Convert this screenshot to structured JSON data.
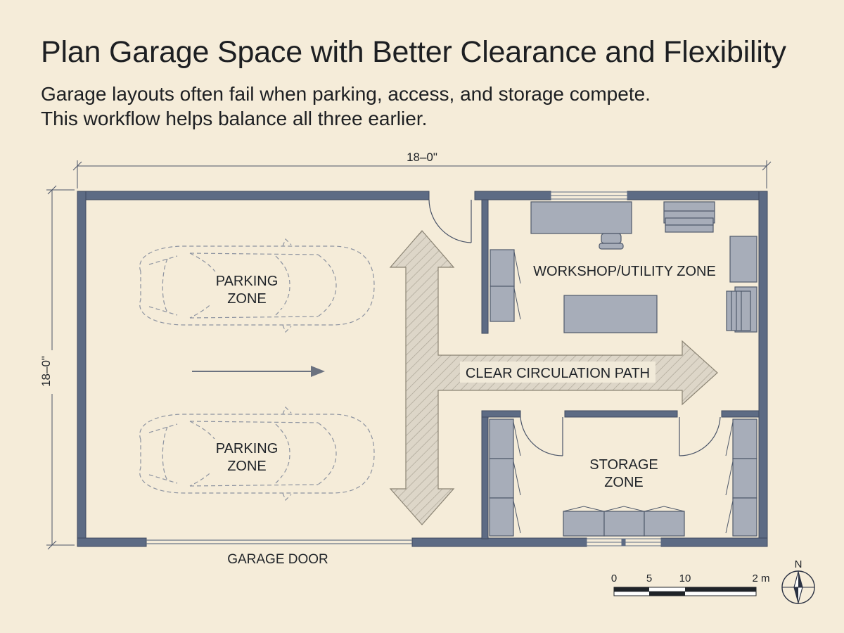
{
  "title": "Plan Garage Space with Better Clearance and Flexibility",
  "subtitle": {
    "line1": "Garage layouts often fail when parking, access, and storage compete.",
    "line2": "This workflow helps balance all three earlier."
  },
  "dimensions": {
    "width": "18–0\"",
    "height": "18–0\""
  },
  "zones": {
    "parking_top": [
      "PARKING",
      "ZONE"
    ],
    "parking_bottom": [
      "PARKING",
      "ZONE"
    ],
    "workshop": "WORKSHOP/UTILITY ZONE",
    "circulation": "CLEAR CIRCULATION PATH",
    "storage": [
      "STORAGE",
      "ZONE"
    ]
  },
  "garage_door_label": "GARAGE DOOR",
  "scale_bar": {
    "labels": [
      "0",
      "5",
      "10",
      "2 m"
    ]
  },
  "north_label": "N",
  "colors": {
    "background": "#f5ecd9",
    "wall": "#5d6b84",
    "wall_stroke": "#3e4a5f",
    "furniture": "#a7adb9",
    "furniture_stroke": "#505a6c",
    "arrow_fill": "#ddd6c8",
    "text": "#1f2328"
  }
}
